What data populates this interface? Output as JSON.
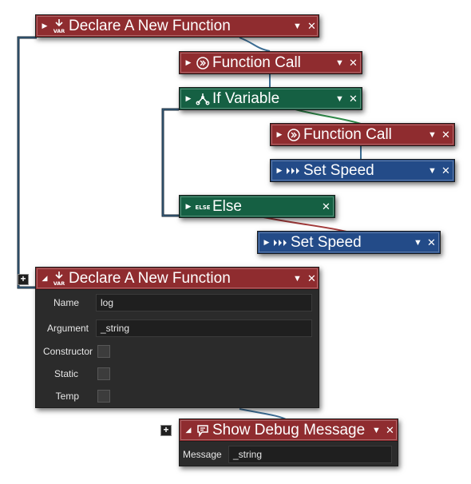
{
  "nodes": {
    "declare_top": {
      "title": "Declare A New Function",
      "icon": "var-download-icon",
      "color": "#8f2c2f"
    },
    "call_1": {
      "title": "Function Call",
      "icon": "function-call-icon",
      "color": "#8f2c2f"
    },
    "if_var": {
      "title": "If Variable",
      "icon": "if-variable-icon",
      "color": "#156043"
    },
    "call_2": {
      "title": "Function Call",
      "icon": "function-call-icon",
      "color": "#8f2c2f"
    },
    "speed_1": {
      "title": "Set Speed",
      "icon": "speed-arrows-icon",
      "color": "#234b88"
    },
    "else": {
      "title": "Else",
      "icon": "else-icon",
      "color": "#156043"
    },
    "speed_2": {
      "title": "Set Speed",
      "icon": "speed-arrows-icon",
      "color": "#234b88"
    },
    "declare_expanded": {
      "title": "Declare A New Function",
      "icon": "var-download-icon",
      "color": "#8f2c2f",
      "fields": {
        "name_label": "Name",
        "name_value": "log",
        "argument_label": "Argument",
        "argument_value": "_string",
        "constructor_label": "Constructor",
        "static_label": "Static",
        "temp_label": "Temp"
      }
    },
    "debug": {
      "title": "Show Debug Message",
      "icon": "speech-bubble-icon",
      "color": "#8f2c2f",
      "fields": {
        "message_label": "Message",
        "message_value": "_string"
      }
    }
  },
  "glyphs": {
    "expand": "▶",
    "collapse": "◢",
    "dropdown": "▼",
    "close": "✕",
    "plus": "+",
    "var_text": "VAR",
    "else_text": "ELSE"
  },
  "colors": {
    "wire": "#2e5e84",
    "wire_red": "#a33a3a",
    "wire_green": "#2f8a4a",
    "panel": "#2b2b2b"
  }
}
